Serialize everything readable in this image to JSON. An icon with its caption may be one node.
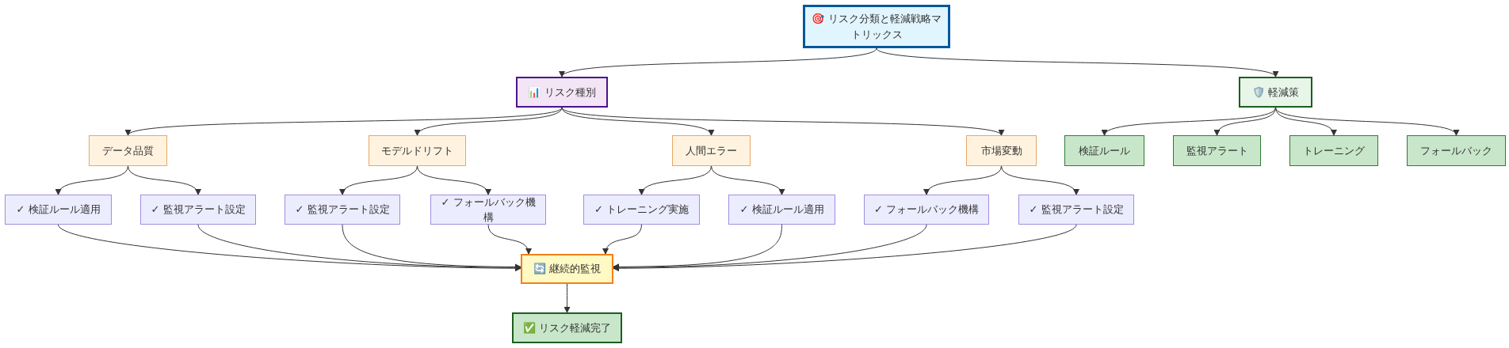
{
  "diagram": {
    "nodes": [
      {
        "text": [
          "🎯 リスク分類と軽減戦略マトリックス"
        ]
      },
      {
        "text": [
          "📊 リスク種別"
        ]
      },
      {
        "text": [
          "🛡️ 軽減策"
        ]
      },
      {
        "text": [
          "データ品質"
        ]
      },
      {
        "text": [
          "モデルドリフト"
        ]
      },
      {
        "text": [
          "人間エラー"
        ]
      },
      {
        "text": [
          "市場変動"
        ]
      },
      {
        "text": [
          "検証ルール"
        ]
      },
      {
        "text": [
          "監視アラート"
        ]
      },
      {
        "text": [
          "トレーニング"
        ]
      },
      {
        "text": [
          "フォールバック"
        ]
      },
      {
        "text": [
          "✓ 検証ルール適用"
        ]
      },
      {
        "text": [
          "✓ 監視アラート設定"
        ]
      },
      {
        "text": [
          "✓ 監視アラート設定"
        ]
      },
      {
        "text": [
          "✓ フォールバック機構"
        ]
      },
      {
        "text": [
          "✓ トレーニング実施"
        ]
      },
      {
        "text": [
          "✓ 検証ルール適用"
        ]
      },
      {
        "text": [
          "✓ フォールバック機構"
        ]
      },
      {
        "text": [
          "✓ 監視アラート設定"
        ]
      },
      {
        "text": [
          "🔄 継続的監視"
        ]
      },
      {
        "text": [
          "✅ リスク軽減完了"
        ]
      }
    ],
    "edges": [
      {
        "from": 0,
        "to": 1,
        "arrow": "to"
      },
      {
        "from": 0,
        "to": 2,
        "arrow": "to"
      },
      {
        "from": 1,
        "to": 3,
        "arrow": "to"
      },
      {
        "from": 1,
        "to": 4,
        "arrow": "to"
      },
      {
        "from": 1,
        "to": 5,
        "arrow": "to"
      },
      {
        "from": 1,
        "to": 6,
        "arrow": "to"
      },
      {
        "from": 2,
        "to": 7,
        "arrow": "to"
      },
      {
        "from": 2,
        "to": 8,
        "arrow": "to"
      },
      {
        "from": 2,
        "to": 9,
        "arrow": "to"
      },
      {
        "from": 2,
        "to": 10,
        "arrow": "to"
      },
      {
        "from": 3,
        "to": 11,
        "arrow": "to"
      },
      {
        "from": 3,
        "to": 12,
        "arrow": "to"
      },
      {
        "from": 4,
        "to": 13,
        "arrow": "to"
      },
      {
        "from": 4,
        "to": 14,
        "arrow": "to"
      },
      {
        "from": 5,
        "to": 15,
        "arrow": "to"
      },
      {
        "from": 5,
        "to": 16,
        "arrow": "to"
      },
      {
        "from": 6,
        "to": 17,
        "arrow": "to"
      },
      {
        "from": 6,
        "to": 18,
        "arrow": "to"
      },
      {
        "from": 11,
        "to": 19,
        "arrow": "to"
      },
      {
        "from": 12,
        "to": 19,
        "arrow": "to"
      },
      {
        "from": 13,
        "to": 19,
        "arrow": "to"
      },
      {
        "from": 14,
        "to": 19,
        "arrow": "to"
      },
      {
        "from": 15,
        "to": 19,
        "arrow": "to"
      },
      {
        "from": 16,
        "to": 19,
        "arrow": "to"
      },
      {
        "from": 17,
        "to": 19,
        "arrow": "to"
      },
      {
        "from": 18,
        "to": 19,
        "arrow": "to"
      },
      {
        "from": 19,
        "to": 20,
        "arrow": "to"
      }
    ]
  }
}
